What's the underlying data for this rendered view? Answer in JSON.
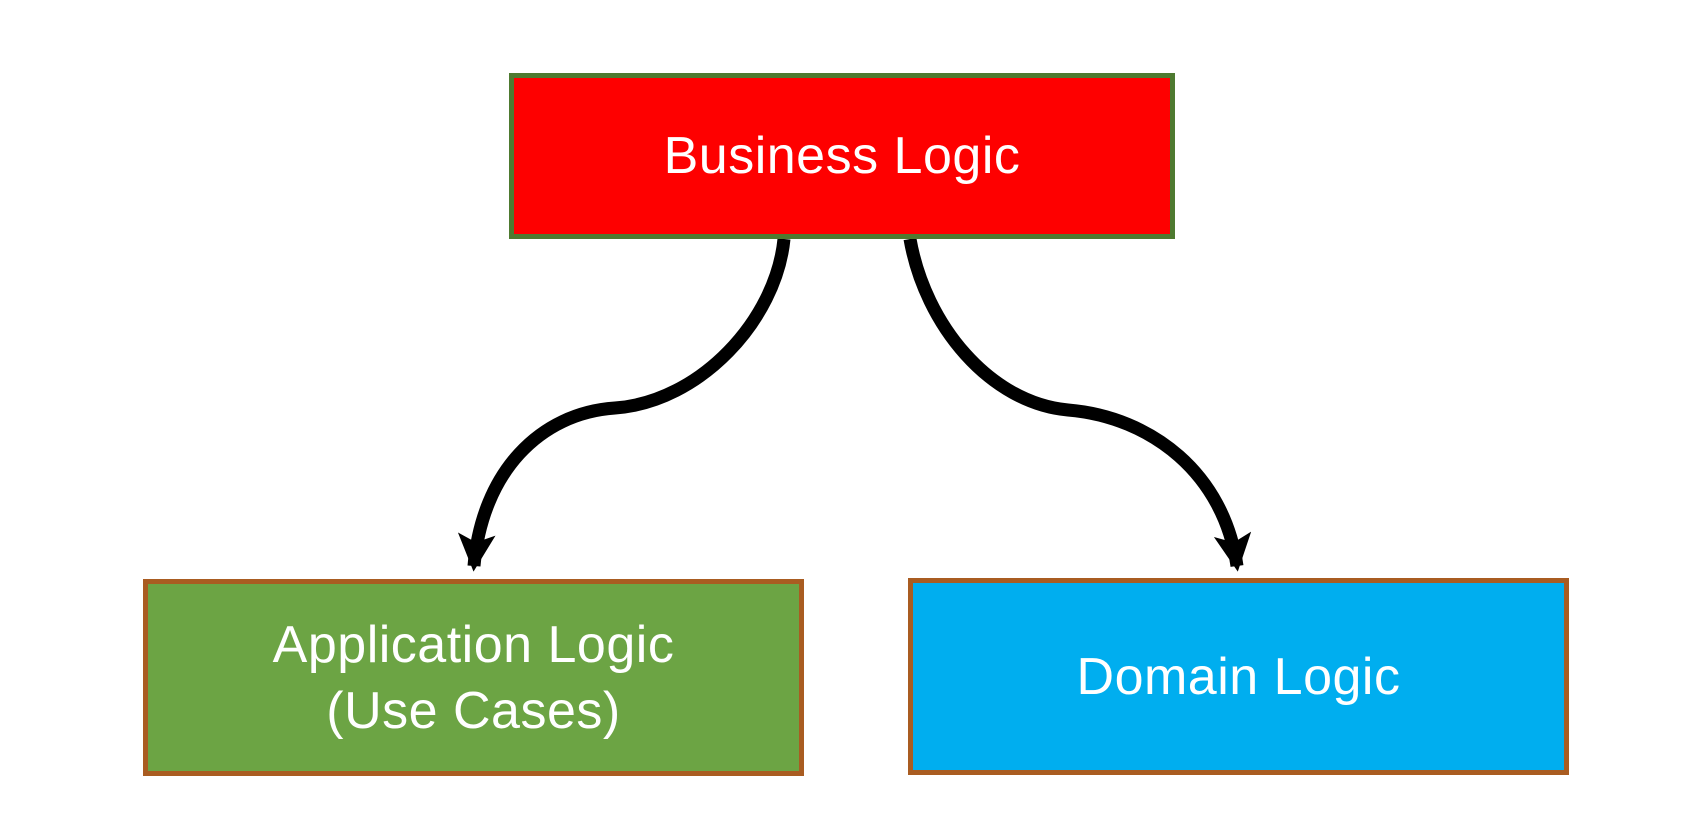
{
  "diagram": {
    "background_color": "#FFFFFF",
    "nodes": {
      "business": {
        "label": "Business Logic",
        "fill": "#FE0000",
        "border_color": "#4E7A30",
        "text_color": "#FFFFFF"
      },
      "application": {
        "line1": "Application Logic",
        "line2": "(Use Cases)",
        "fill": "#6CA444",
        "border_color": "#A95C21",
        "text_color": "#FFFFFF"
      },
      "domain": {
        "label": "Domain Logic",
        "fill": "#00AEEF",
        "border_color": "#A95C21",
        "text_color": "#FFFFFF"
      }
    },
    "edges": [
      {
        "from": "Business Logic",
        "to": "Application Logic (Use Cases)",
        "style": "curved-arrow",
        "color": "#000000"
      },
      {
        "from": "Business Logic",
        "to": "Domain Logic",
        "style": "curved-arrow",
        "color": "#000000"
      }
    ]
  }
}
